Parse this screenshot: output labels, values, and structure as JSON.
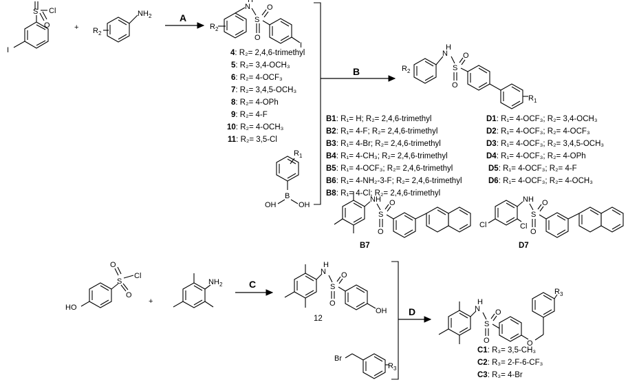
{
  "steps": {
    "A": "A",
    "B": "B",
    "C": "C",
    "D": "D"
  },
  "atoms": {
    "S": "S",
    "O": "O",
    "Cl": "Cl",
    "I": "I",
    "H": "H",
    "N": "N",
    "NH": "NH",
    "NH2_base": "NH",
    "two": "2",
    "R": "R",
    "one": "1",
    "three": "3",
    "B": "B",
    "OH": "OH",
    "HO": "HO",
    "Br": "Br",
    "plus": "+"
  },
  "intermediates_4_11": [
    {
      "id": "4",
      "text": "R₂= 2,4,6-trimethyl"
    },
    {
      "id": "5",
      "text": "R₂= 3,4-OCH₃"
    },
    {
      "id": "6",
      "text": "R₂= 4-OCF₃"
    },
    {
      "id": "7",
      "text": "R₂= 3,4,5-OCH₃"
    },
    {
      "id": "8",
      "text": "R₂= 4-OPh"
    },
    {
      "id": "9",
      "text": "R₂= 4-F"
    },
    {
      "id": "10",
      "text": "R₂= 4-OCH₃"
    },
    {
      "id": "11",
      "text": "R₂= 3,5-Cl"
    }
  ],
  "series_B": [
    {
      "id": "B1",
      "text": "R₁= H; R₂= 2,4,6-trimethyl"
    },
    {
      "id": "B2",
      "text": "R₁= 4-F; R₂= 2,4,6-trimethyl"
    },
    {
      "id": "B3",
      "text": "R₁= 4-Br; R₂= 2,4,6-trimethyl"
    },
    {
      "id": "B4",
      "text": "R₁= 4-CH₃; R₂= 2,4,6-trimethyl"
    },
    {
      "id": "B5",
      "text": "R₁= 4-OCF₃; R₂= 2,4,6-trimethyl"
    },
    {
      "id": "B6",
      "text": "R₁= 4-NH₂-3-F; R₂= 2,4,6-trimethyl"
    },
    {
      "id": "B8",
      "text": "R₁= 4-Cl; R₂= 2,4,6-trimethyl"
    }
  ],
  "series_D": [
    {
      "id": "D1",
      "text": "R₁= 4-OCF₃; R₂= 3,4-OCH₃"
    },
    {
      "id": "D2",
      "text": "R₁= 4-OCF₃; R₂= 4-OCF₃"
    },
    {
      "id": "D3",
      "text": "R₁= 4-OCF₃; R₂= 3,4,5-OCH₃"
    },
    {
      "id": "D4",
      "text": "R₁= 4-OCF₃; R₂= 4-OPh"
    },
    {
      "id": "D5",
      "text": "R₁= 4-OCF₃; R₂= 4-F"
    },
    {
      "id": "D6",
      "text": "R₁= 4-OCF₃; R₂= 4-OCH₃"
    }
  ],
  "series_C": [
    {
      "id": "C1",
      "text": "R₃= 3,5-CH₃"
    },
    {
      "id": "C2",
      "text": "R₃= 2-F-6-CF₃"
    },
    {
      "id": "C3",
      "text": "R₃= 4-Br"
    }
  ],
  "compound_labels": {
    "B7": "B7",
    "D7": "D7",
    "c12": "12"
  }
}
